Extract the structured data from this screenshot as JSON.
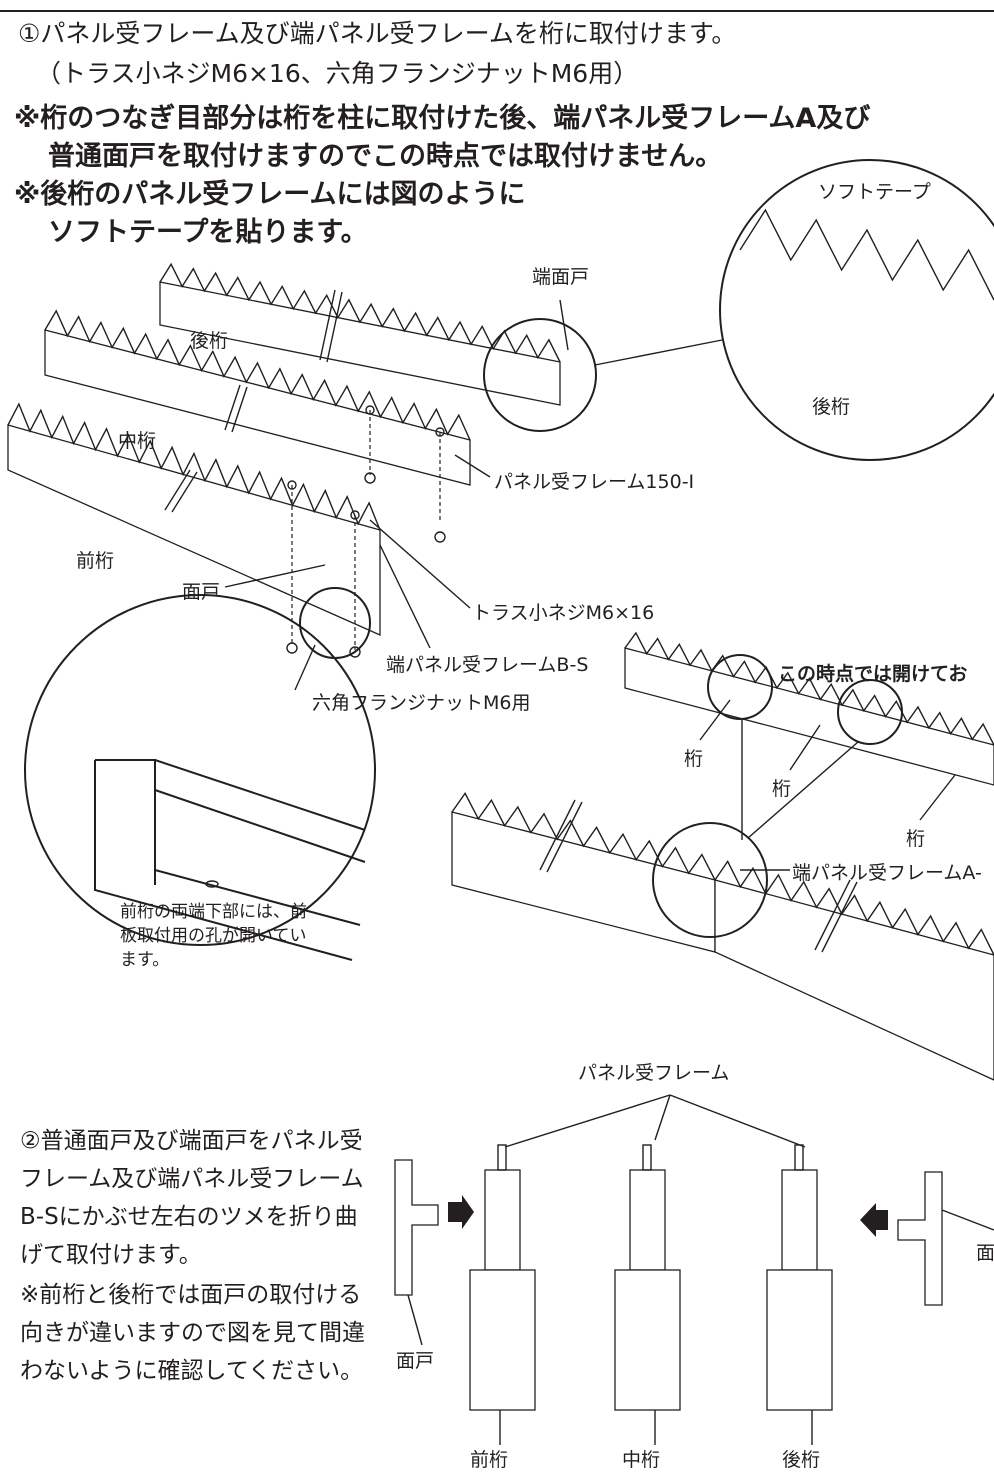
{
  "step1": {
    "line1": "①パネル受フレーム及び端パネル受フレームを桁に取付けます。",
    "line2": "（トラス小ネジM6×16、六角フランジナットM6用）",
    "note1a": "※桁のつなぎ目部分は桁を柱に取付けた後、端パネル受フレームA及び",
    "note1b": "普通面戸を取付けますのでこの時点では取付けません。",
    "note2a": "※後桁のパネル受フレームには図のように",
    "note2b": "ソフトテープを貼ります。"
  },
  "labels": {
    "soft_tape": "ソフトテープ",
    "end_cover": "端面戸",
    "rear_beam": "後桁",
    "rear_beam_zoom": "後桁",
    "mid_beam": "中桁",
    "panel_frame_150": "パネル受フレーム150-I",
    "front_beam": "前桁",
    "cover": "面戸",
    "truss_screw": "トラス小ネジM6×16",
    "end_frame_bs": "端パネル受フレームB-S",
    "hex_nut": "六角フランジナットM6用",
    "open_note": "この時点では開けてお",
    "beam_a": "桁",
    "beam_b": "桁",
    "beam_c": "桁",
    "end_frame_a": "端パネル受フレームA-",
    "hole_note": "前桁の両端下部には、前板取付用の孔が開いています。"
  },
  "step2": {
    "text": "②普通面戸及び端面戸をパネル受フレーム及び端パネル受フレームB-Sにかぶせ左右のツメを折り曲げて取付けます。",
    "note": "※前桁と後桁では面戸の取付ける向きが違いますので図を見て間違わないように確認してください。",
    "panel_frame": "パネル受フレーム",
    "cover_left": "面戸",
    "cover_right": "面",
    "front": "前桁",
    "mid": "中桁",
    "rear": "後桁"
  }
}
